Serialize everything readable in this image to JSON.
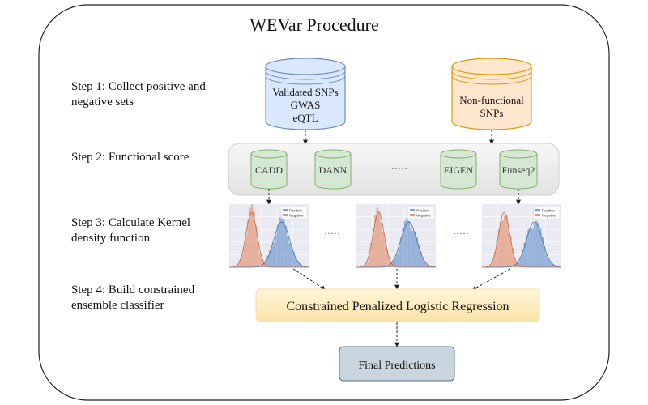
{
  "title": "WEVar Procedure",
  "steps": [
    {
      "label": "Step 1: Collect positive and\nnegative sets"
    },
    {
      "label": "Step 2: Functional score"
    },
    {
      "label": "Step 3: Calculate Kernel\ndensity function"
    },
    {
      "label": "Step 4: Build constrained\nensemble classifier"
    }
  ],
  "databases": {
    "positive": {
      "lines": [
        "Validated SNPs",
        "GWAS",
        "eQTL"
      ],
      "color": "#dae8fc",
      "stroke": "#6c8ebf"
    },
    "negative": {
      "lines": [
        "Non-functional",
        "SNPs"
      ],
      "color": "#ffe6cc",
      "stroke": "#d79b00"
    }
  },
  "scores": {
    "items": [
      "CADD",
      "DANN",
      "EIGEN",
      "Funseq2"
    ],
    "ellipsis": "·····",
    "color": "#d5e8d4",
    "stroke": "#82b366"
  },
  "kde": {
    "legend": [
      "Positive",
      "Negative"
    ],
    "ellipsis": "·····",
    "positive_color": "#7a9fd0",
    "negative_color": "#e39b7f"
  },
  "classifier": {
    "label": "Constrained Penalized Logistic Regression",
    "color": "#fff2cc"
  },
  "final": {
    "label": "Final Predictions",
    "color": "#c9d6df",
    "stroke": "#5a6f7f"
  }
}
